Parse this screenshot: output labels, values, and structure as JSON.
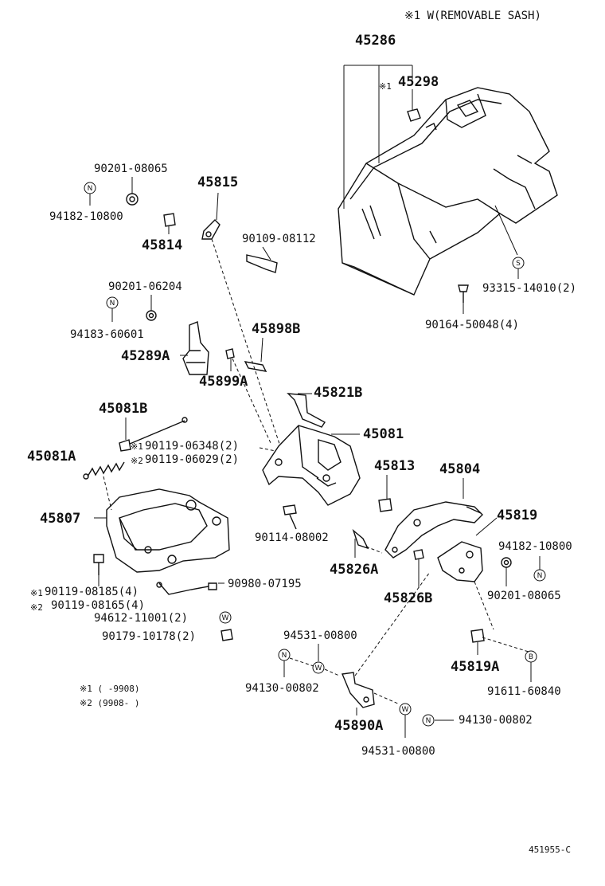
{
  "header_note": "※1 W(REMOVABLE SASH)",
  "diagram_code": "451955-C",
  "footnotes": {
    "note1": "※1 (      -9908)",
    "note2": "※2 (9908-      )"
  },
  "marks": {
    "n": "N",
    "w": "W",
    "s": "S",
    "b": "B",
    "ref1": "※1",
    "ref2": "※2"
  },
  "labels": {
    "p45286": "45286",
    "p45298": "45298",
    "p90201_08065_a": "90201-08065",
    "p94182_10800_a": "94182-10800",
    "p45815": "45815",
    "p45814": "45814",
    "p90109_08112": "90109-08112",
    "p90201_06204": "90201-06204",
    "p94183_60601": "94183-60601",
    "p45898b": "45898B",
    "p45289a": "45289A",
    "p45899a": "45899A",
    "p93315_14010": "93315-14010(2)",
    "p90164_50048": "90164-50048(4)",
    "p45821b": "45821B",
    "p45081": "45081",
    "p45081b": "45081B",
    "p90119_06348": "90119-06348(2)",
    "p90119_06029": "90119-06029(2)",
    "p45081a": "45081A",
    "p45813": "45813",
    "p45804": "45804",
    "p45819": "45819",
    "p45807": "45807",
    "p90114_08002": "90114-08002",
    "p94182_10800_b": "94182-10800",
    "p45826a": "45826A",
    "p90980_07195": "90980-07195",
    "p45826b": "45826B",
    "p90201_08065_b": "90201-08065",
    "p90119_08185": "90119-08185(4)",
    "p90119_08165": "90119-08165(4)",
    "p94612_11001": "94612-11001(2)",
    "p90179_10178": "90179-10178(2)",
    "p94531_00800_a": "94531-00800",
    "p94130_00802_a": "94130-00802",
    "p45819a": "45819A",
    "p91611_60840": "91611-60840",
    "p45890a": "45890A",
    "p94130_00802_b": "94130-00802",
    "p94531_00800_b": "94531-00800"
  }
}
